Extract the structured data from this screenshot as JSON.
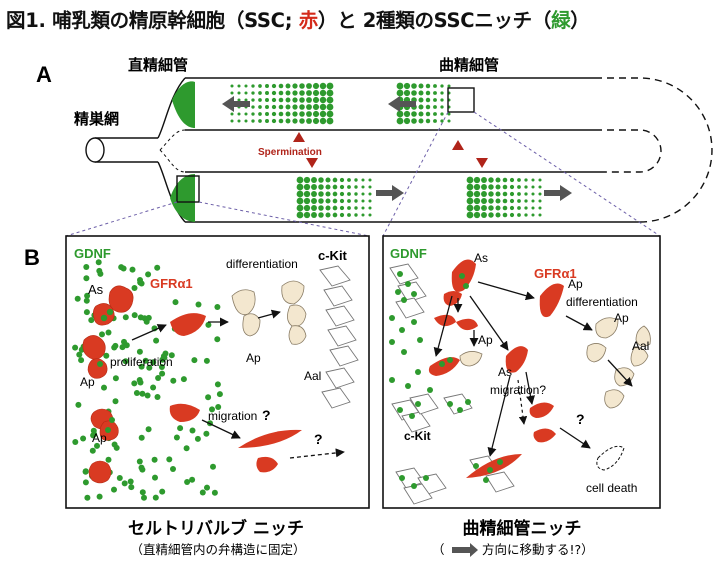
{
  "title": {
    "part1": "図1. 哺乳類の精原幹細胞（SSC; ",
    "red": "赤",
    "part2": "）と 2種類のSSCニッチ（",
    "green": "緑",
    "part3": "）"
  },
  "panel_a": {
    "letter": "A",
    "label_straight": "直精細管",
    "label_convoluted": "曲精細管",
    "label_rete": "精巣網",
    "label_spermination": "Spermination"
  },
  "panel_b": {
    "letter": "B",
    "left": {
      "gdnf": "GDNF",
      "as": "As",
      "gfra1": "GFRα1",
      "ap1": "Ap",
      "ap2": "Ap",
      "ap3": "Ap",
      "proliferation": "proliferation",
      "differentiation": "differentiation",
      "ckit": "c-Kit",
      "aal": "Aal",
      "migration": "migration",
      "q1": "?",
      "q2": "?"
    },
    "right": {
      "gdnf": "GDNF",
      "as1": "As",
      "as2": "As",
      "gfra1": "GFRα1",
      "ap1": "Ap",
      "ap2": "Ap",
      "ap3": "Ap",
      "differentiation": "differentiation",
      "aal": "Aal",
      "migration": "migration?",
      "ckit": "c-Kit",
      "q": "?",
      "cell_death": "cell death"
    },
    "caption_left": "セルトリバルブ ニッチ",
    "caption_left_sub": "（直精細管内の弁構造に固定）",
    "caption_right": "曲精細管ニッチ",
    "caption_right_sub_open": "（",
    "caption_right_sub_text": "方向に移動する!?）"
  },
  "colors": {
    "green": "#2e9a2e",
    "red": "#d93a22",
    "spermination_red": "#b0241a",
    "beige": "#f3e7cf",
    "arrow_gray": "#555555",
    "guide_purple": "#6c5fa8"
  }
}
